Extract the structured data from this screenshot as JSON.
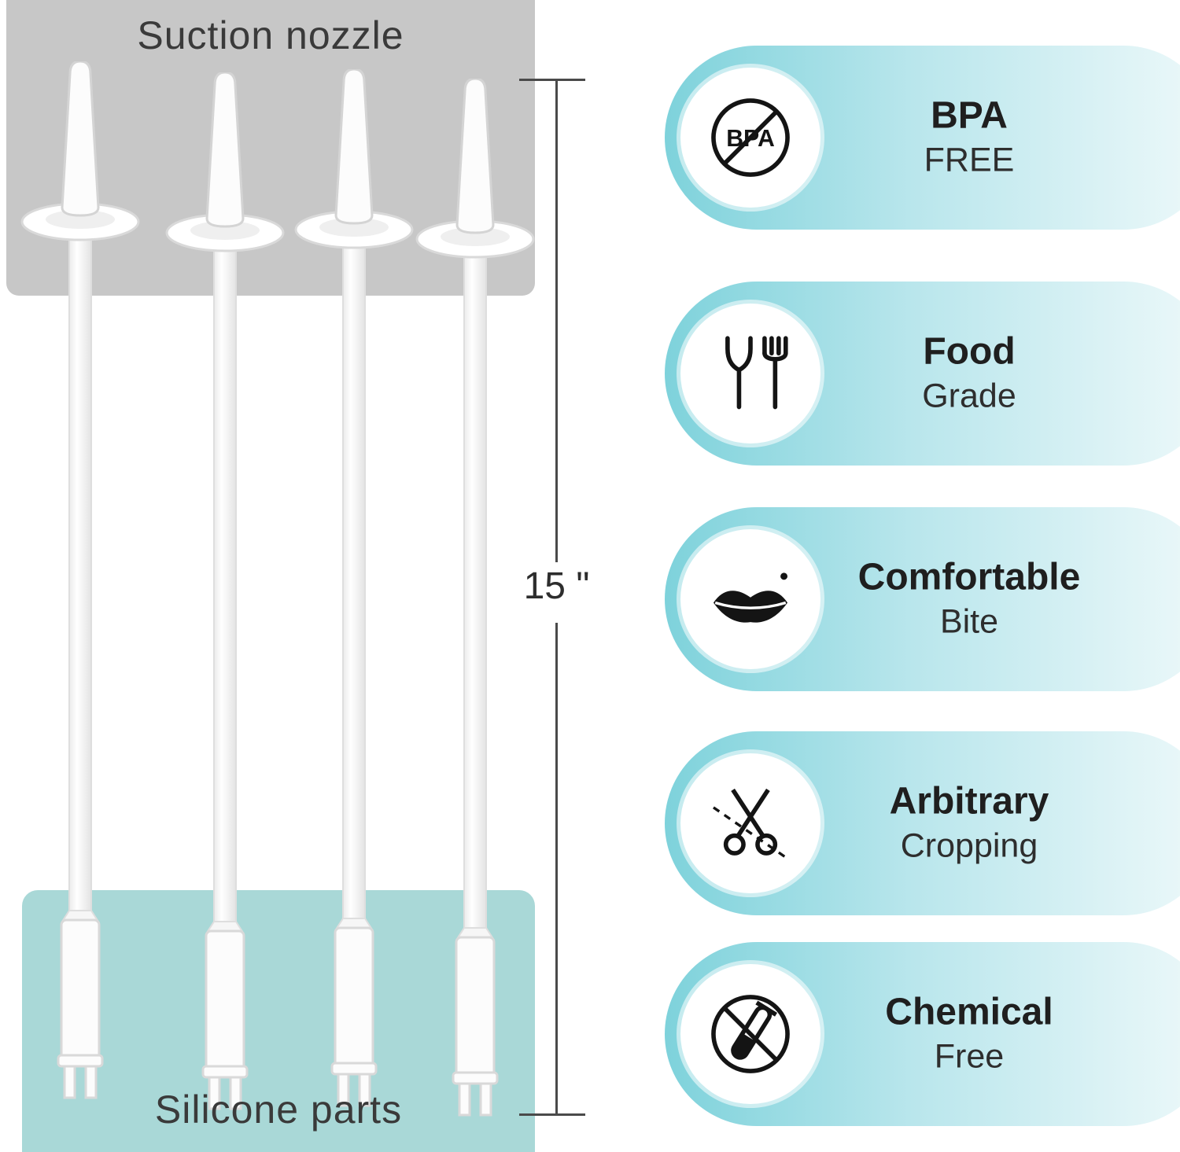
{
  "product": {
    "top_label": "Suction nozzle",
    "bottom_label": "Silicone parts",
    "length_label": "15 \"",
    "straw_count": 4
  },
  "features": [
    {
      "title": "BPA",
      "subtitle": "FREE",
      "icon": "no-bpa-icon",
      "icon_text": "BPA"
    },
    {
      "title": "Food",
      "subtitle": "Grade",
      "icon": "food-grade-icon"
    },
    {
      "title": "Comfortable",
      "subtitle": "Bite",
      "icon": "lips-icon"
    },
    {
      "title": "Arbitrary",
      "subtitle": "Cropping",
      "icon": "scissors-icon"
    },
    {
      "title": "Chemical",
      "subtitle": "Free",
      "icon": "no-chemical-icon"
    }
  ],
  "colors": {
    "panel_top": "#c7c7c7",
    "panel_bottom": "#a9d8d7",
    "pill_gradient_start": "#7ed2db",
    "pill_gradient_end": "#eef9fa",
    "icon_color": "#141414",
    "text_dark": "#2d2d2d"
  }
}
